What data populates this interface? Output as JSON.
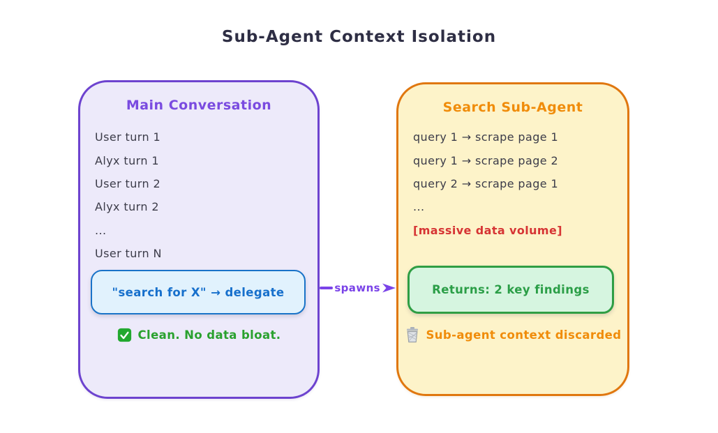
{
  "title": "Sub-Agent Context Isolation",
  "spawn_arrow": {
    "label": "spawns",
    "color": "#7a43e8"
  },
  "main_box": {
    "title": "Main Conversation",
    "items": [
      "User turn 1",
      "Alyx turn 1",
      "User turn 2",
      "Alyx turn 2",
      "...",
      "User turn N"
    ],
    "delegate_label": "\"search for X\" → delegate",
    "status": {
      "icon": "check-icon",
      "text": "Clean. No data bloat."
    },
    "colors": {
      "border": "#6d43cf",
      "fill": "#edeafa",
      "title": "#7a4be0",
      "delegate_border": "#1973c8",
      "delegate_fill": "#e1f2fd",
      "delegate_text": "#1770cc",
      "status_text": "#2aa12f"
    }
  },
  "subagent_box": {
    "title": "Search Sub-Agent",
    "items": [
      "query 1 → scrape page 1",
      "query 1 → scrape page 2",
      "query 2 → scrape page 1",
      "..."
    ],
    "warning": "[massive data volume]",
    "returns_label": "Returns: 2 key findings",
    "status": {
      "icon": "trash-icon",
      "text": "Sub-agent context discarded"
    },
    "colors": {
      "border": "#e0770f",
      "fill": "#fdf3c9",
      "title": "#f08c0a",
      "returns_border": "#2f9e44",
      "returns_fill": "#d6f5e0",
      "returns_text": "#2b9e47",
      "warning_text": "#d63434",
      "status_text": "#f08c0a"
    }
  },
  "colors": {
    "background": "#ffffff",
    "title_text": "#2e2e44",
    "list_text": "#3c3c49"
  }
}
